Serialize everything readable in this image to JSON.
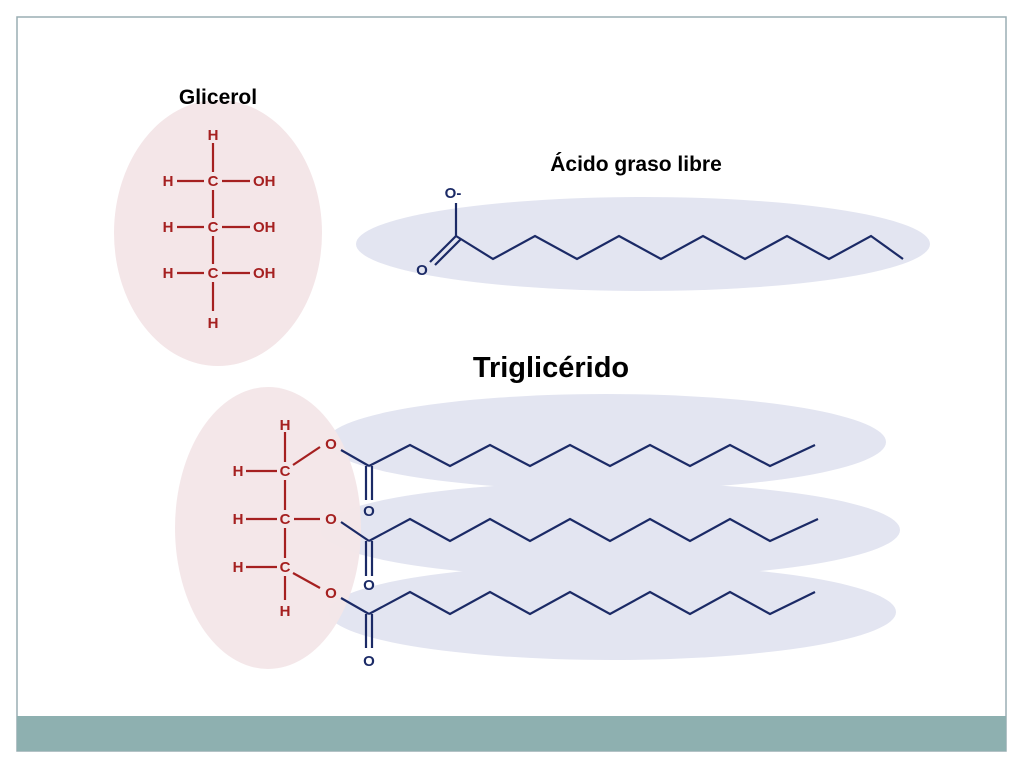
{
  "labels": {
    "glycerol_title": "Glicerol",
    "fatty_acid_title": "Ácido graso libre",
    "triglyceride_title": "Triglicérido"
  },
  "atoms": {
    "H": "H",
    "C": "C",
    "OH": "OH",
    "O": "O",
    "O_minus": "O-"
  },
  "colors": {
    "frame_border": "#9aaeb4",
    "footer_bar": "#8eb0b0",
    "glycerol_atoms": "#a52020",
    "chain_atoms": "#1b2a66",
    "glycerol_ellipse": "#f4e6e8",
    "chain_ellipse": "#e3e5f1"
  }
}
